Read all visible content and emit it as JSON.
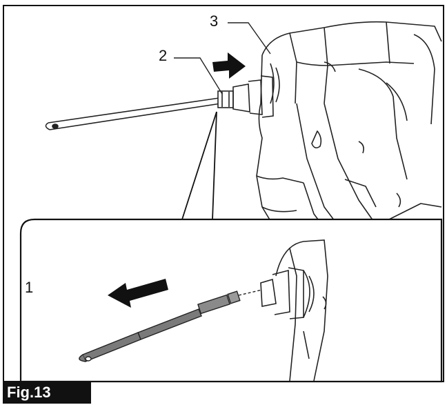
{
  "figure": {
    "label": "Fig.13",
    "callouts": [
      "1",
      "2",
      "3"
    ],
    "colors": {
      "ink": "#111111",
      "shaft": "#7a7a7a",
      "background": "#ffffff"
    }
  }
}
